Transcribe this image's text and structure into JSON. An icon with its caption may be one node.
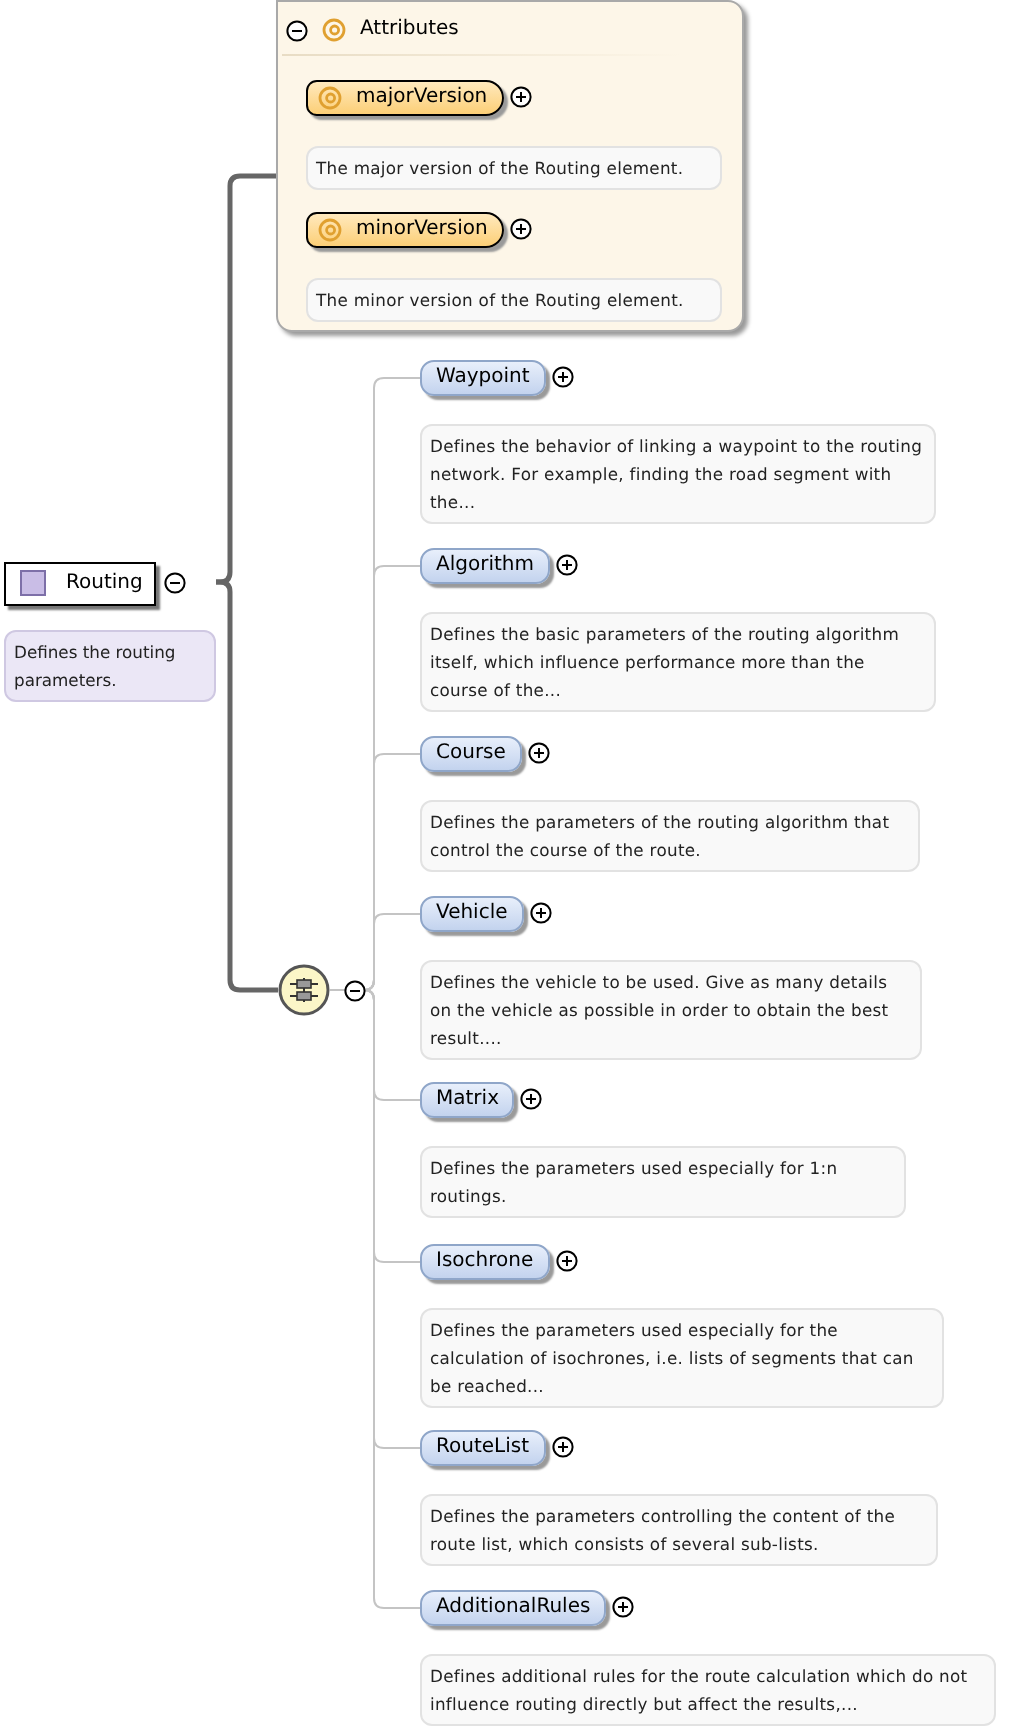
{
  "diagram": {
    "nodes": [
      {
        "text": [
          "Routing",
          "Defines the routing parameters."
        ]
      },
      {
        "text": [
          "Attributes"
        ]
      },
      {
        "text": [
          "majorVersion",
          "The major version of the Routing element."
        ],
        "in": 1
      },
      {
        "text": [
          "minorVersion",
          "The minor version of the Routing element."
        ],
        "in": 1
      },
      {
        "text": [],
        "shape": "circle"
      },
      {
        "text": [
          "Waypoint",
          "Defines the behavior of linking a waypoint to the routing network. For example, finding the road segment with the..."
        ]
      },
      {
        "text": [
          "Algorithm",
          "Defines the basic parameters of the routing algorithm itself, which influence performance more than the course of the..."
        ]
      },
      {
        "text": [
          "Course",
          "Defines the parameters of the routing algorithm that control the course of the route."
        ]
      },
      {
        "text": [
          "Vehicle",
          "Defines the vehicle to be used. Give as many details on the vehicle as possible in order to obtain the best result...."
        ]
      },
      {
        "text": [
          "Matrix",
          "Defines the parameters used especially for 1:n routings."
        ]
      },
      {
        "text": [
          "Isochrone",
          "Defines the parameters used especially for the calculation of isochrones, i.e. lists of segments that can be reached..."
        ]
      },
      {
        "text": [
          "RouteList",
          "Defines the parameters controlling the content of the route list, which consists of several sub-lists."
        ]
      },
      {
        "text": [
          "AdditionalRules",
          "Defines additional rules for the route calculation which do not influence routing directly but affect the results,..."
        ]
      }
    ],
    "edges": [
      {
        "from": 0,
        "to": 1,
        "arrow": "none",
        "style": "thick",
        "color": "#666666"
      },
      {
        "from": 0,
        "to": 4,
        "arrow": "none",
        "style": "thick",
        "color": "#666666"
      },
      {
        "from": 4,
        "to": 5,
        "arrow": "none"
      },
      {
        "from": 4,
        "to": 6,
        "arrow": "none"
      },
      {
        "from": 4,
        "to": 7,
        "arrow": "none"
      },
      {
        "from": 4,
        "to": 8,
        "arrow": "none"
      },
      {
        "from": 4,
        "to": 9,
        "arrow": "none"
      },
      {
        "from": 4,
        "to": 10,
        "arrow": "none"
      },
      {
        "from": 4,
        "to": 11,
        "arrow": "none"
      },
      {
        "from": 4,
        "to": 12,
        "arrow": "none"
      }
    ]
  }
}
